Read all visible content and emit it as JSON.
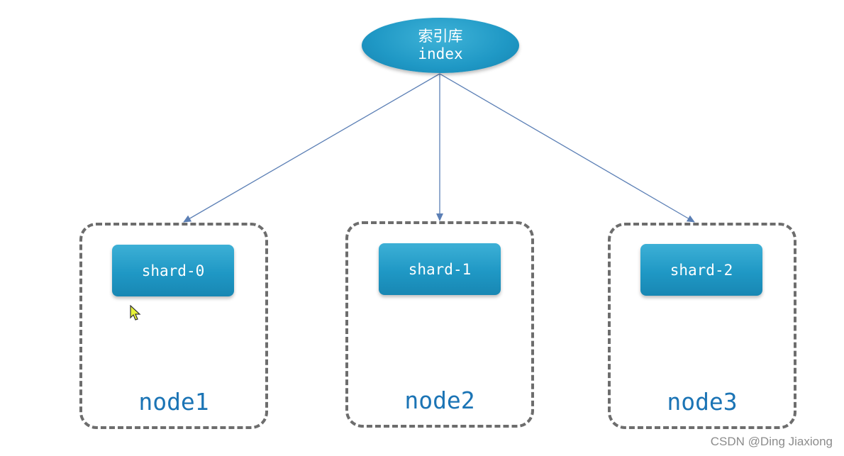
{
  "root": {
    "label_cn": "索引库",
    "label_en": "index"
  },
  "nodes": [
    {
      "shard": "shard-0",
      "label": "node1"
    },
    {
      "shard": "shard-1",
      "label": "node2"
    },
    {
      "shard": "shard-2",
      "label": "node3"
    }
  ],
  "watermark": "CSDN @Ding Jiaxiong",
  "colors": {
    "shape_fill": "#1f98c5",
    "node_label": "#1b74b5",
    "dashed_border": "#6d6d6d",
    "arrow": "#5b7fb5"
  },
  "cursor_icon": "mouse-pointer-icon"
}
